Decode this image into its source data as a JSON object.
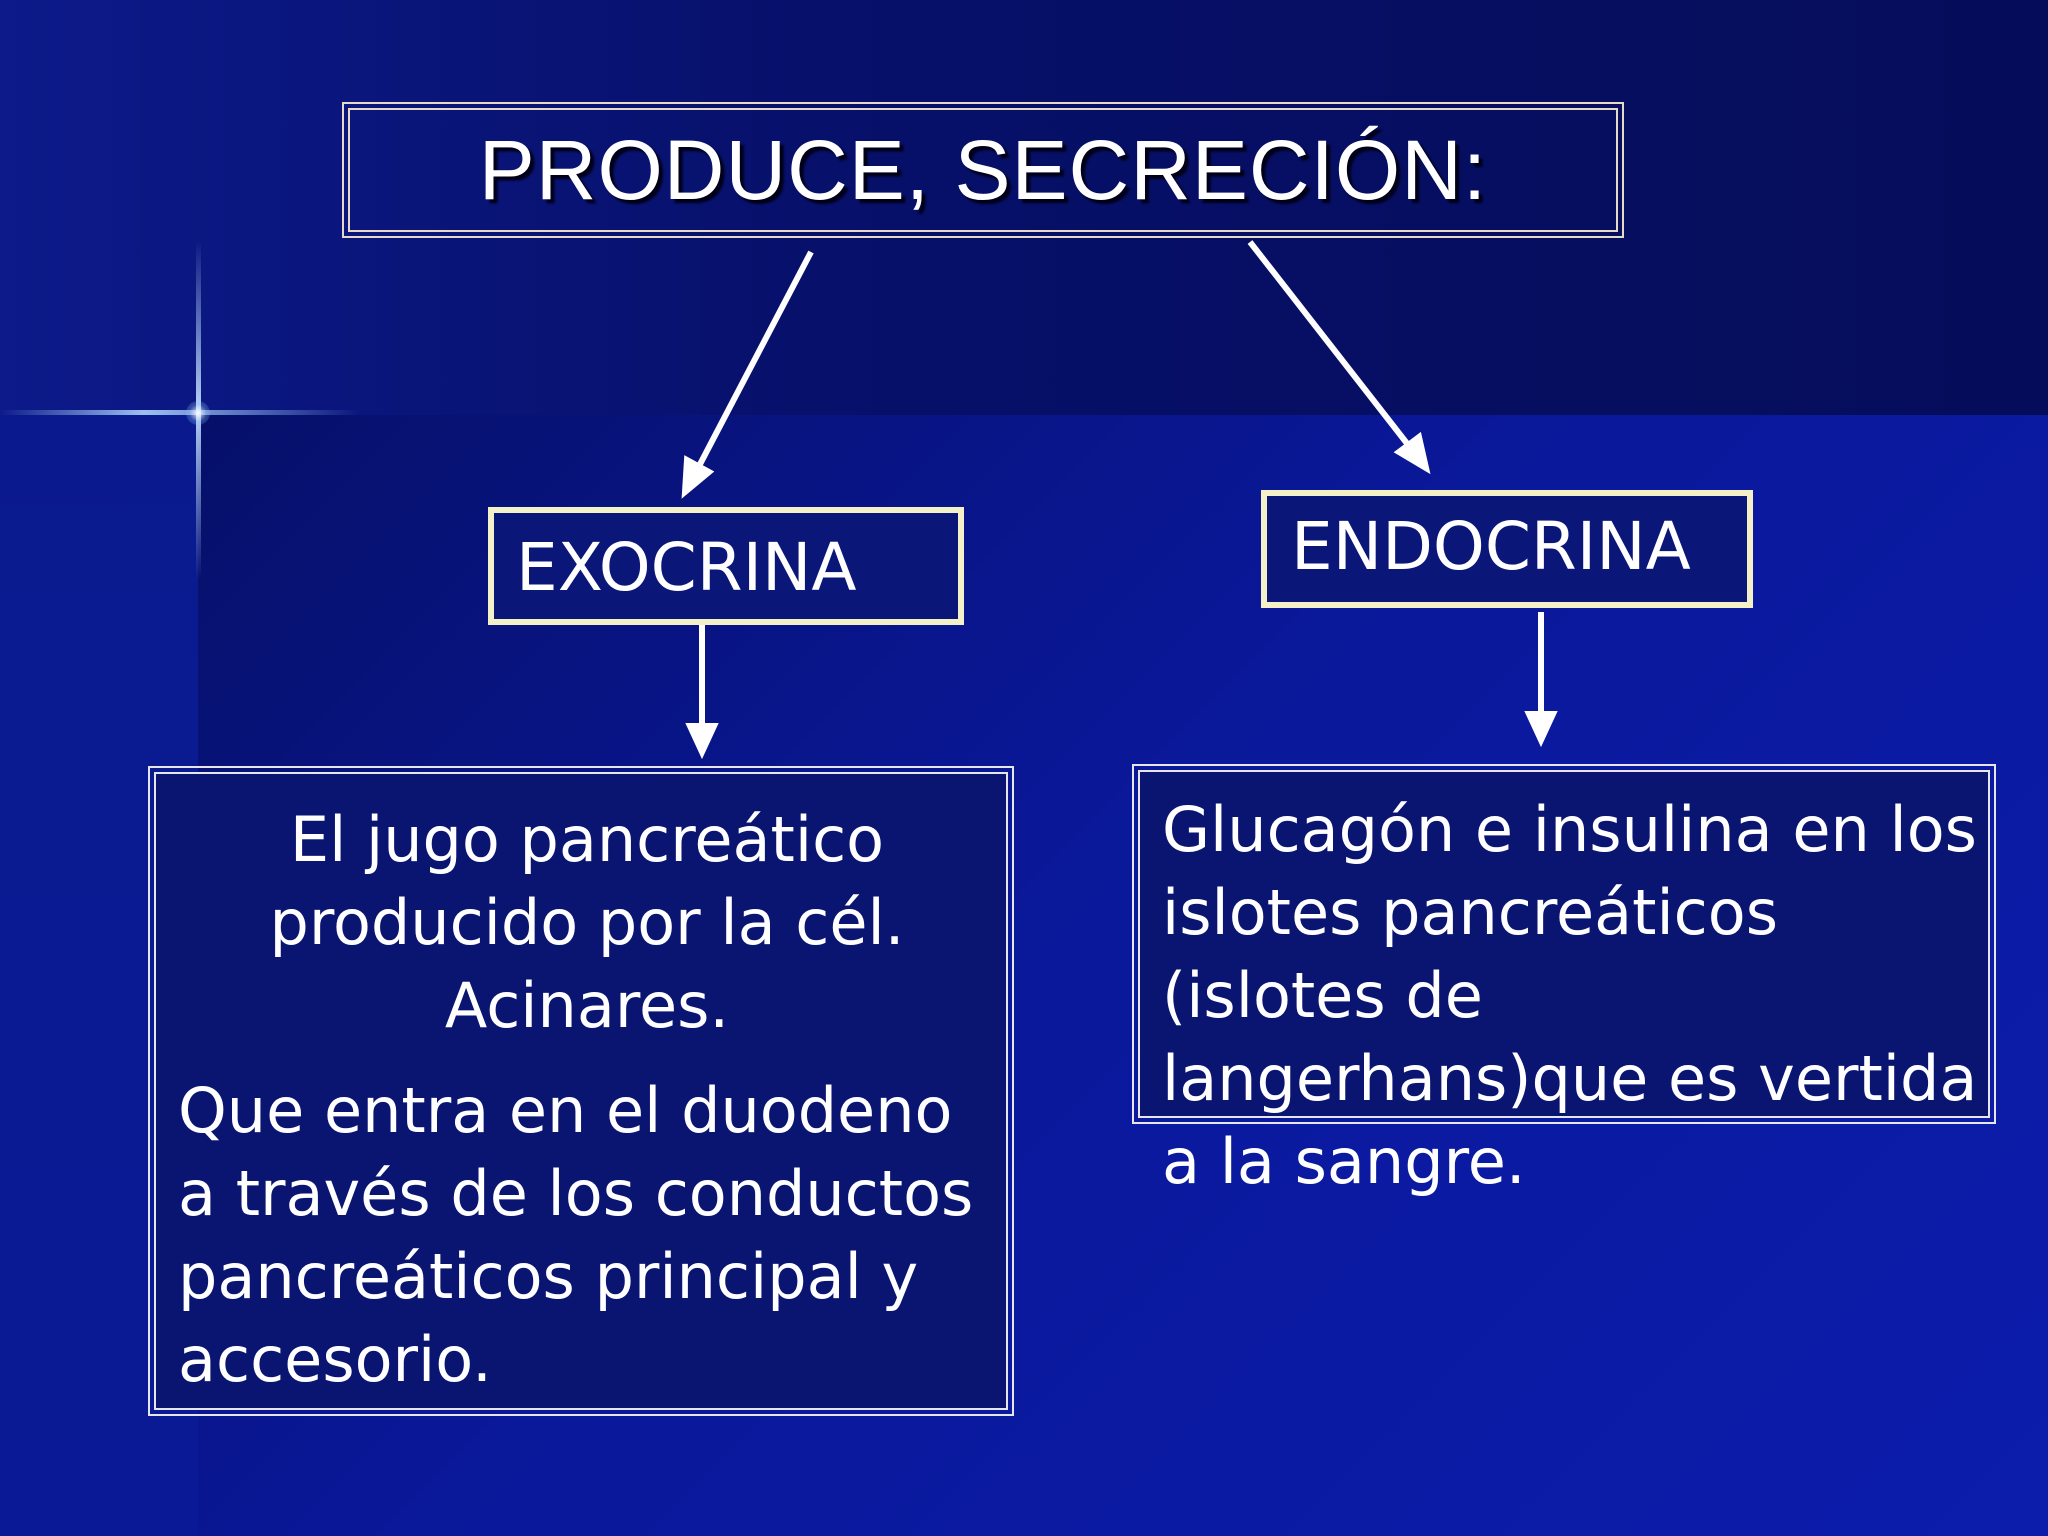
{
  "title": "PRODUCE, SECRECIÓN:",
  "exocrina": {
    "label": "EXOCRINA",
    "description_1": "El jugo pancreático producido por la cél. Acinares.",
    "description_2": "Que entra en el duodeno a través de los conductos pancreáticos principal y accesorio."
  },
  "endocrina": {
    "label": "ENDOCRINA",
    "description": "Glucagón e insulina en los islotes pancreáticos (islotes de langerhans)que es vertida a la sangre."
  },
  "colors": {
    "background": "#0a1470",
    "box_border": "#f4f0c8",
    "text": "#ffffff"
  }
}
